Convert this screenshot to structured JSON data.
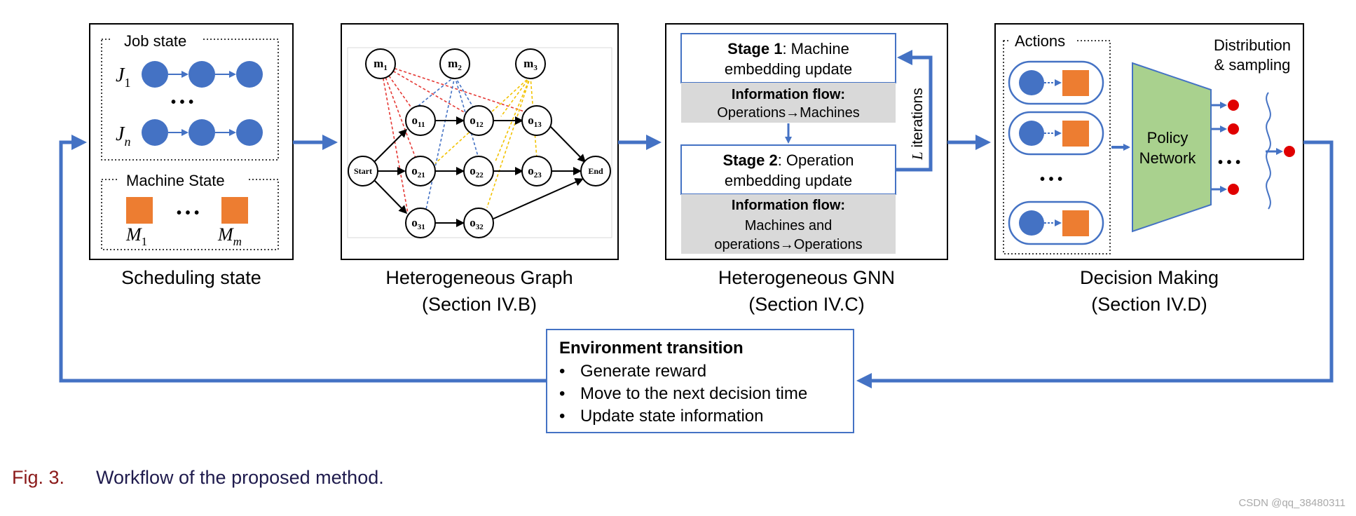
{
  "colors": {
    "accent_blue": "#4472C4",
    "job_circle": "#4472C4",
    "machine_square": "#ED7D31",
    "policy_green": "#A9D18E",
    "action_red": "#E00000",
    "info_grey": "#D9D9D9",
    "caption_fig": "#8B1A1A",
    "caption_text": "#1F1B4D",
    "edge_red": "#E53935",
    "edge_blue": "#4472C4",
    "edge_yellow": "#F2C200"
  },
  "panels": {
    "scheduling": {
      "job_state_label": "Job state",
      "job_labels": {
        "j1_main": "J",
        "j1_sub": "1",
        "jn_main": "J",
        "jn_sub": "n"
      },
      "job_dots": "• • •",
      "machine_state_label": "Machine State",
      "machine_labels": {
        "m1_main": "M",
        "m1_sub": "1",
        "mm_main": "M",
        "mm_sub": "m"
      },
      "machine_dots": "• • •",
      "caption": "Scheduling state"
    },
    "graph": {
      "machine_nodes": [
        {
          "main": "m",
          "sub": "1"
        },
        {
          "main": "m",
          "sub": "2"
        },
        {
          "main": "m",
          "sub": "3"
        }
      ],
      "operation_nodes": [
        {
          "main": "o",
          "sub": "11"
        },
        {
          "main": "o",
          "sub": "12"
        },
        {
          "main": "o",
          "sub": "13"
        },
        {
          "main": "o",
          "sub": "21"
        },
        {
          "main": "o",
          "sub": "22"
        },
        {
          "main": "o",
          "sub": "23"
        },
        {
          "main": "o",
          "sub": "31"
        },
        {
          "main": "o",
          "sub": "32"
        }
      ],
      "start_label": "Start",
      "end_label": "End",
      "caption_line1": "Heterogeneous Graph",
      "caption_line2": "(Section IV.B)"
    },
    "gnn": {
      "stage1_bold": "Stage 1",
      "stage1_rest": ": Machine",
      "stage1_line2": "embedding update",
      "info1_title": "Information flow:",
      "info1_text": "Operations→Machines",
      "stage2_bold": "Stage 2",
      "stage2_rest": ": Operation",
      "stage2_line2": "embedding update",
      "info2_title": "Information flow:",
      "info2_line1": "Machines and",
      "info2_line2": "operations→Operations",
      "iterations_var": "L",
      "iterations_text": " iterations",
      "caption_line1": "Heterogeneous GNN",
      "caption_line2": "(Section IV.C)"
    },
    "decision": {
      "actions_label": "Actions",
      "action_dots": "• • •",
      "policy_line1": "Policy",
      "policy_line2": "Network",
      "dist_line1": "Distribution",
      "dist_line2": "& sampling",
      "output_dots": "• • •",
      "caption_line1": "Decision Making",
      "caption_line2": "(Section IV.D)"
    }
  },
  "environment": {
    "title": "Environment transition",
    "bullets": [
      "Generate reward",
      "Move to the next decision time",
      "Update state information"
    ]
  },
  "figure_caption": {
    "label": "Fig. 3.",
    "text": "Workflow of the proposed method."
  },
  "watermark": "CSDN @qq_38480311"
}
